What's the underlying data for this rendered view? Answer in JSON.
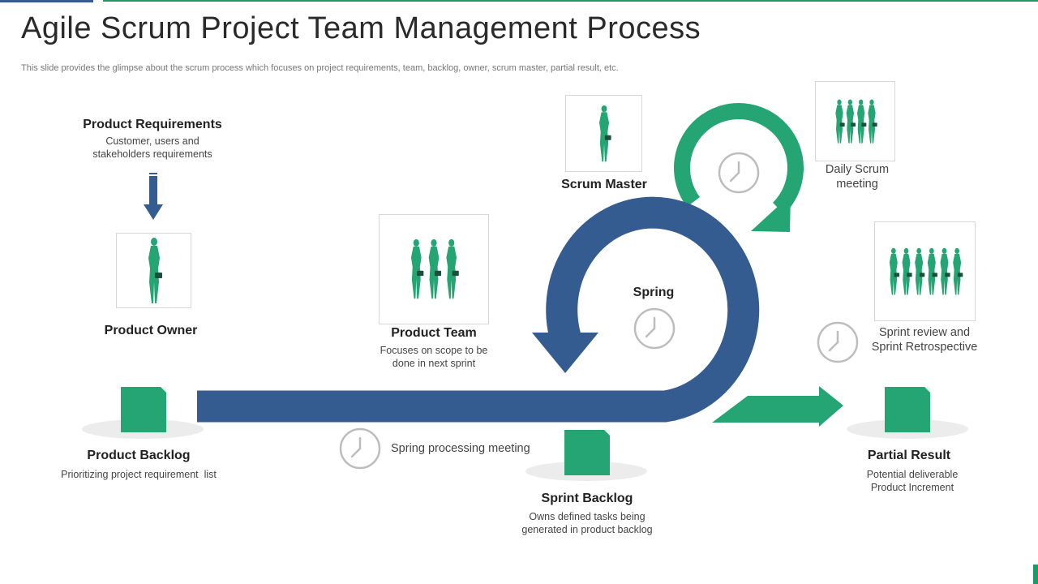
{
  "slide": {
    "title": "Agile Scrum Project Team Management Process",
    "subtitle": "This slide provides the glimpse about the scrum process which focuses on project requirements, team, backlog, owner, scrum master, partial result, etc."
  },
  "colors": {
    "accent_green": "#25a474",
    "accent_blue": "#355c91",
    "dark_green": "#1f8a5a",
    "clock_gray": "#bdbdbd"
  },
  "nodes": {
    "product_requirements": {
      "title": "Product Requirements",
      "desc": "Customer, users and stakeholders requirements"
    },
    "product_owner": {
      "title": "Product Owner"
    },
    "product_team": {
      "title": "Product Team",
      "desc": "Focuses on scope to be done in next sprint"
    },
    "scrum_master": {
      "title": "Scrum Master"
    },
    "daily_scrum": {
      "label": "Daily Scrum meeting"
    },
    "spring": {
      "title": "Spring"
    },
    "sprint_review": {
      "label": "Sprint review and Sprint Retrospective"
    },
    "product_backlog": {
      "title": "Product Backlog",
      "desc": "Prioritizing project requirement  list"
    },
    "spring_processing": {
      "label": "Spring processing meeting"
    },
    "sprint_backlog": {
      "title": "Sprint Backlog",
      "desc": "Owns defined tasks being generated in product backlog"
    },
    "partial_result": {
      "title": "Partial Result",
      "desc": "Potential deliverable Product Increment"
    }
  },
  "icons": {
    "person": "businesswoman-silhouette-icon",
    "team_small": "team-of-three-icon",
    "team_medium": "team-of-four-icon",
    "team_large": "team-of-six-icon",
    "clock": "clock-icon",
    "backlog": "sticky-note-icon"
  }
}
